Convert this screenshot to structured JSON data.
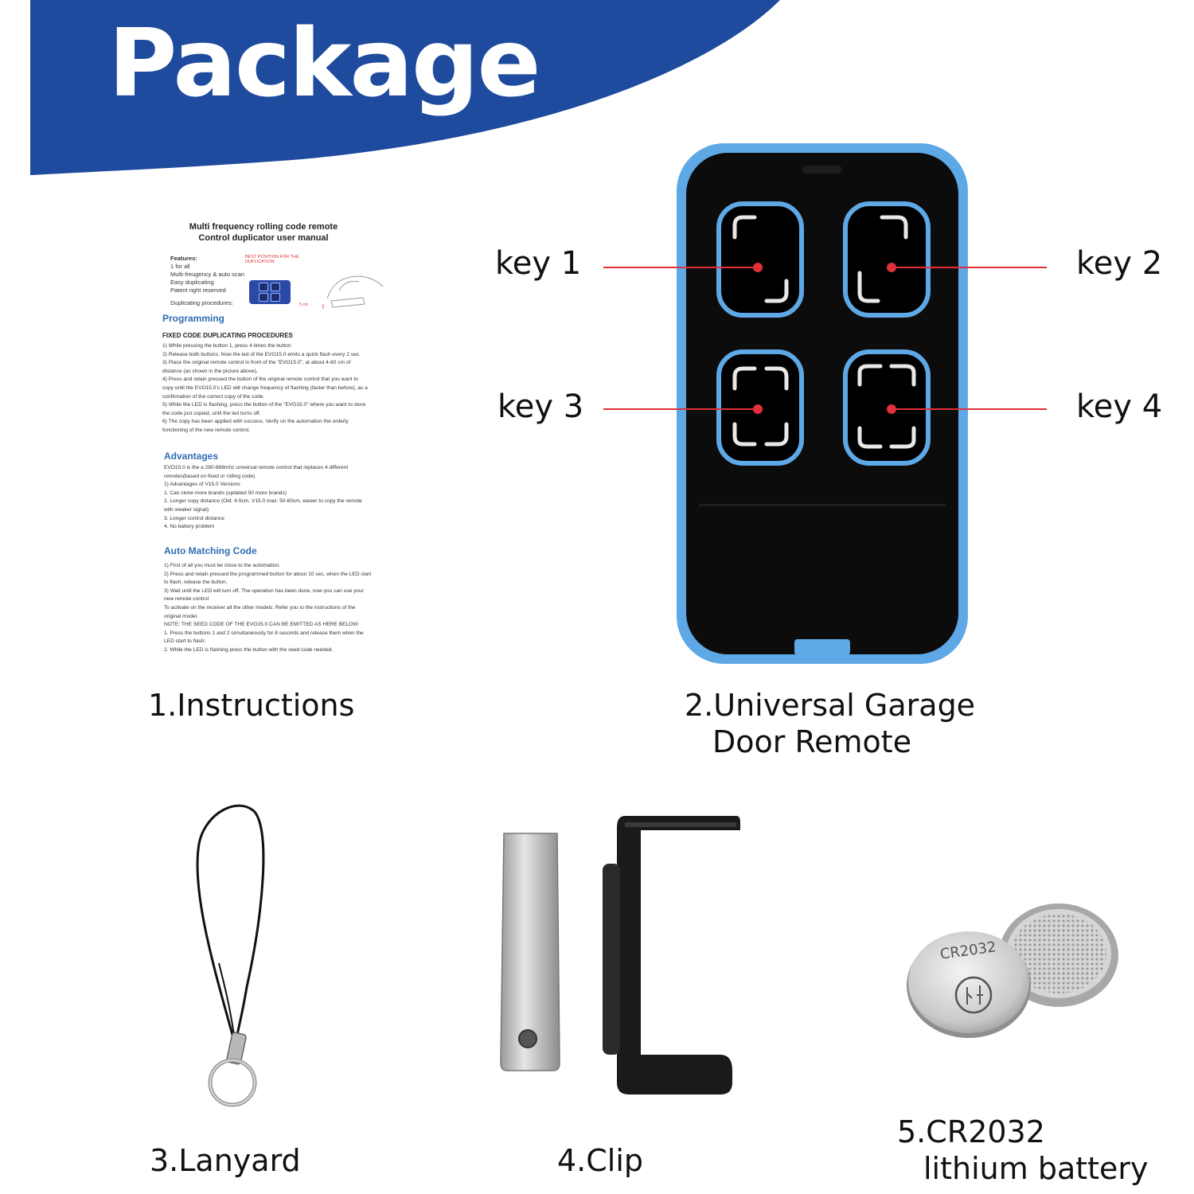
{
  "header": {
    "title": "Package",
    "banner_color": "#1f4b9e"
  },
  "manual": {
    "title_line1": "Multi frequency rolling code remote",
    "title_line2": "Control duplicator user manual",
    "features_label": "Features:",
    "features": [
      "1 for all",
      "Multi-freugency & auto scan",
      "Easy duplicating",
      "Patent right reserved"
    ],
    "best_position": "BEST POSITION FOR THE DUPLICATION",
    "duplicating_label": "Duplicating procedures:",
    "distance_label": "5 cm",
    "programming_heading": "Programming",
    "fixed_code_heading": "FIXED CODE DUPLICATING PROCEDURES",
    "programming_lines": [
      "1) While pressing the button 1, press 4 times the button",
      "2) Release both buttons. Now the led of the EVO15.0 emits a quick flash every 2 sec.",
      "3) Place the original remote control in front of the \"EVO15.0\", at about 4-60 cm of",
      "distance (as shown in the picture above).",
      "4) Press and retain pressed the button of the original remote control that you want to",
      "copy until the EVO15.0's LED will change frequency of flashing (faster than before), as a",
      "confirmation of the correct copy of the code.",
      "5) While the LED is flashing, press the button of the \"EVO15.0\" where you want to store",
      "the code just copied, until the led turns off.",
      "6) The copy has been applied with success. Verify on the automation the orderly",
      "functioning of the new remote control."
    ],
    "advantages_heading": "Advantages",
    "advantages_lines": [
      "EVO15.0 is the a 280-868mhz universal remote control that replaces 4 different",
      "remotes(based on fixed or rolling code)",
      "1) Advantages of V15.0 Versions",
      "1. Can clone more brands (updated 50 more brands)",
      "2. Longer copy distance (Old: 4-5cm, V15.0 max: 50-60cm, easier to copy the remote",
      "with weaker signal)",
      "3. Longer control distance",
      "4. No battery problem"
    ],
    "auto_heading": "Auto Matching Code",
    "auto_lines": [
      "1) First of all you must be close to the automation.",
      "2) Press and retain pressed the programmed button for about 10 sec, when the LED start",
      "to flash, release the button.",
      "3) Wait until the LED will turn off. The operation has been done, now you can use your",
      "new remote control",
      "To activate on the receiver all the other models: Refer you to the instructions of the",
      "original model.",
      "NOTE: THE SEED CODE OF THE EVO15.0 CAN BE EMITTED AS HERE BELOW:",
      "1. Press the buttons 1 and 2 simultaneously for 8 seconds and release them when the",
      "LED start to flash;",
      "2. While the LED is flashing press the button with the seed code needed."
    ]
  },
  "keys": {
    "key1": "key 1",
    "key2": "key 2",
    "key3": "key 3",
    "key4": "key 4"
  },
  "captions": {
    "instructions": "1.Instructions",
    "remote_line1": "2.Universal Garage",
    "remote_line2": "Door Remote",
    "lanyard": "3.Lanyard",
    "clip": "4.Clip",
    "battery_line1": "5.CR2032",
    "battery_line2": "lithium battery"
  },
  "battery": {
    "label": "CR2032"
  },
  "colors": {
    "remote_edge": "#5fa8e6",
    "remote_body": "#0c0c0c",
    "pointer_line": "#e0303a"
  }
}
